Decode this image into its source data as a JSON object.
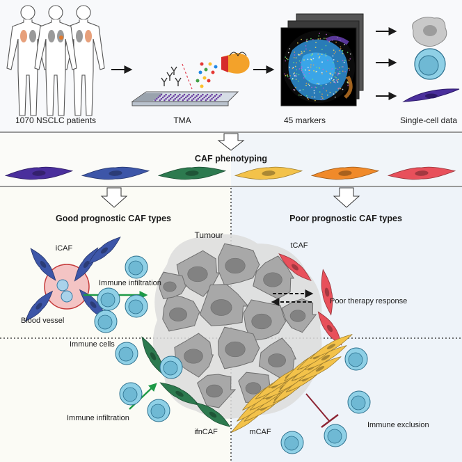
{
  "top": {
    "patients_label": "1070 NSCLC patients",
    "tma_label": "TMA",
    "markers_label": "45 markers",
    "singlecell_label": "Single-cell data"
  },
  "middle": {
    "title": "CAF phenotyping",
    "caf_colors": [
      "#4a2f9c",
      "#3d56a8",
      "#2d7a4f",
      "#f3c24a",
      "#f08a2a",
      "#e8505b"
    ]
  },
  "good": {
    "title": "Good prognostic CAF types",
    "icaf": "iCAF",
    "immune_infiltration_top": "Immune infiltration",
    "blood_vessel": "Blood vessel",
    "immune_cells": "Immune cells",
    "immune_infiltration_bottom": "Immune infiltration",
    "ifncaf": "ifnCAF"
  },
  "poor": {
    "title": "Poor prognostic CAF types",
    "tumour": "Tumour",
    "tcaf": "tCAF",
    "poor_therapy": "Poor therapy response",
    "mcaf": "mCAF",
    "immune_exclusion": "Immune exclusion"
  },
  "colors": {
    "good_bg": "#fbfbf5",
    "poor_bg": "#eef3f9",
    "top_bg": "#f8f9fb",
    "arrow_green": "#1e9a46",
    "exclusion_red": "#8c2332",
    "immune_cell": "#8fd0e6"
  }
}
